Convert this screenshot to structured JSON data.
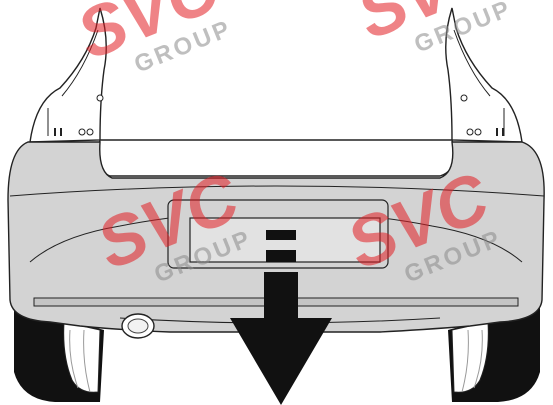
{
  "watermark": {
    "brand": "SVC",
    "group_label": "GROUP",
    "brand_color": "#e31e24",
    "group_color": "#8c8c8c"
  },
  "diagram": {
    "subject": "rear view of hatchback car with downward removal arrow",
    "body_color": "#d3d3d3",
    "outline_color": "#222222",
    "arrow_color": "#111111"
  }
}
